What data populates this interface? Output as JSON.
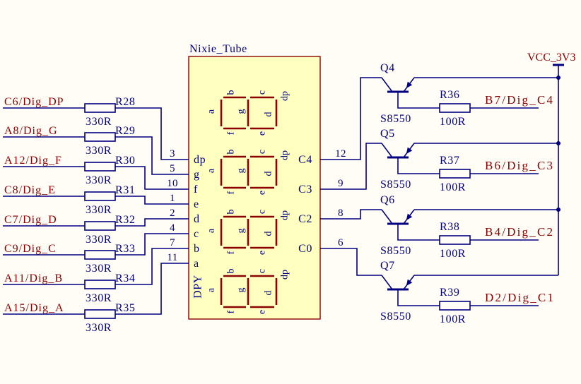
{
  "colors": {
    "background": "#fffdf6",
    "wire": "#000080",
    "text": "#000080",
    "net_label": "#8b0000",
    "display_body": "#ffffc0",
    "display_outline": "#8b0000"
  },
  "power": {
    "net": "VCC_3V3"
  },
  "display": {
    "title": "Nixie_Tube",
    "designator": "DPY",
    "segment_labels": [
      "a",
      "b",
      "c",
      "d",
      "e",
      "f",
      "g",
      "dp"
    ],
    "segment_pins": [
      {
        "name": "dp",
        "number": "3"
      },
      {
        "name": "g",
        "number": "5"
      },
      {
        "name": "f",
        "number": "10"
      },
      {
        "name": "e",
        "number": "1"
      },
      {
        "name": "d",
        "number": "2"
      },
      {
        "name": "c",
        "number": "4"
      },
      {
        "name": "b",
        "number": "7"
      },
      {
        "name": "a",
        "number": "11"
      }
    ],
    "common_pins": [
      {
        "name": "C4",
        "number": "12"
      },
      {
        "name": "C3",
        "number": "9"
      },
      {
        "name": "C2",
        "number": "8"
      },
      {
        "name": "C0",
        "number": "6"
      }
    ]
  },
  "segment_drivers": [
    {
      "net": "C6/Dig_DP",
      "resistor": "R28",
      "value": "330R"
    },
    {
      "net": "A8/Dig_G",
      "resistor": "R29",
      "value": "330R"
    },
    {
      "net": "A12/Dig_F",
      "resistor": "R30",
      "value": "330R"
    },
    {
      "net": "C8/Dig_E",
      "resistor": "R31",
      "value": "330R"
    },
    {
      "net": "C7/Dig_D",
      "resistor": "R32",
      "value": "330R"
    },
    {
      "net": "C9/Dig_C",
      "resistor": "R33",
      "value": "330R"
    },
    {
      "net": "A11/Dig_B",
      "resistor": "R34",
      "value": "330R"
    },
    {
      "net": "A15/Dig_A",
      "resistor": "R35",
      "value": "330R"
    }
  ],
  "digit_drivers": [
    {
      "net": "B7/Dig_C4",
      "transistor": "Q4",
      "part": "S8550",
      "resistor": "R36",
      "value": "100R"
    },
    {
      "net": "B6/Dig_C3",
      "transistor": "Q5",
      "part": "S8550",
      "resistor": "R37",
      "value": "100R"
    },
    {
      "net": "B4/Dig_C2",
      "transistor": "Q6",
      "part": "S8550",
      "resistor": "R38",
      "value": "100R"
    },
    {
      "net": "D2/Dig_C1",
      "transistor": "Q7",
      "part": "S8550",
      "resistor": "R39",
      "value": "100R"
    }
  ]
}
